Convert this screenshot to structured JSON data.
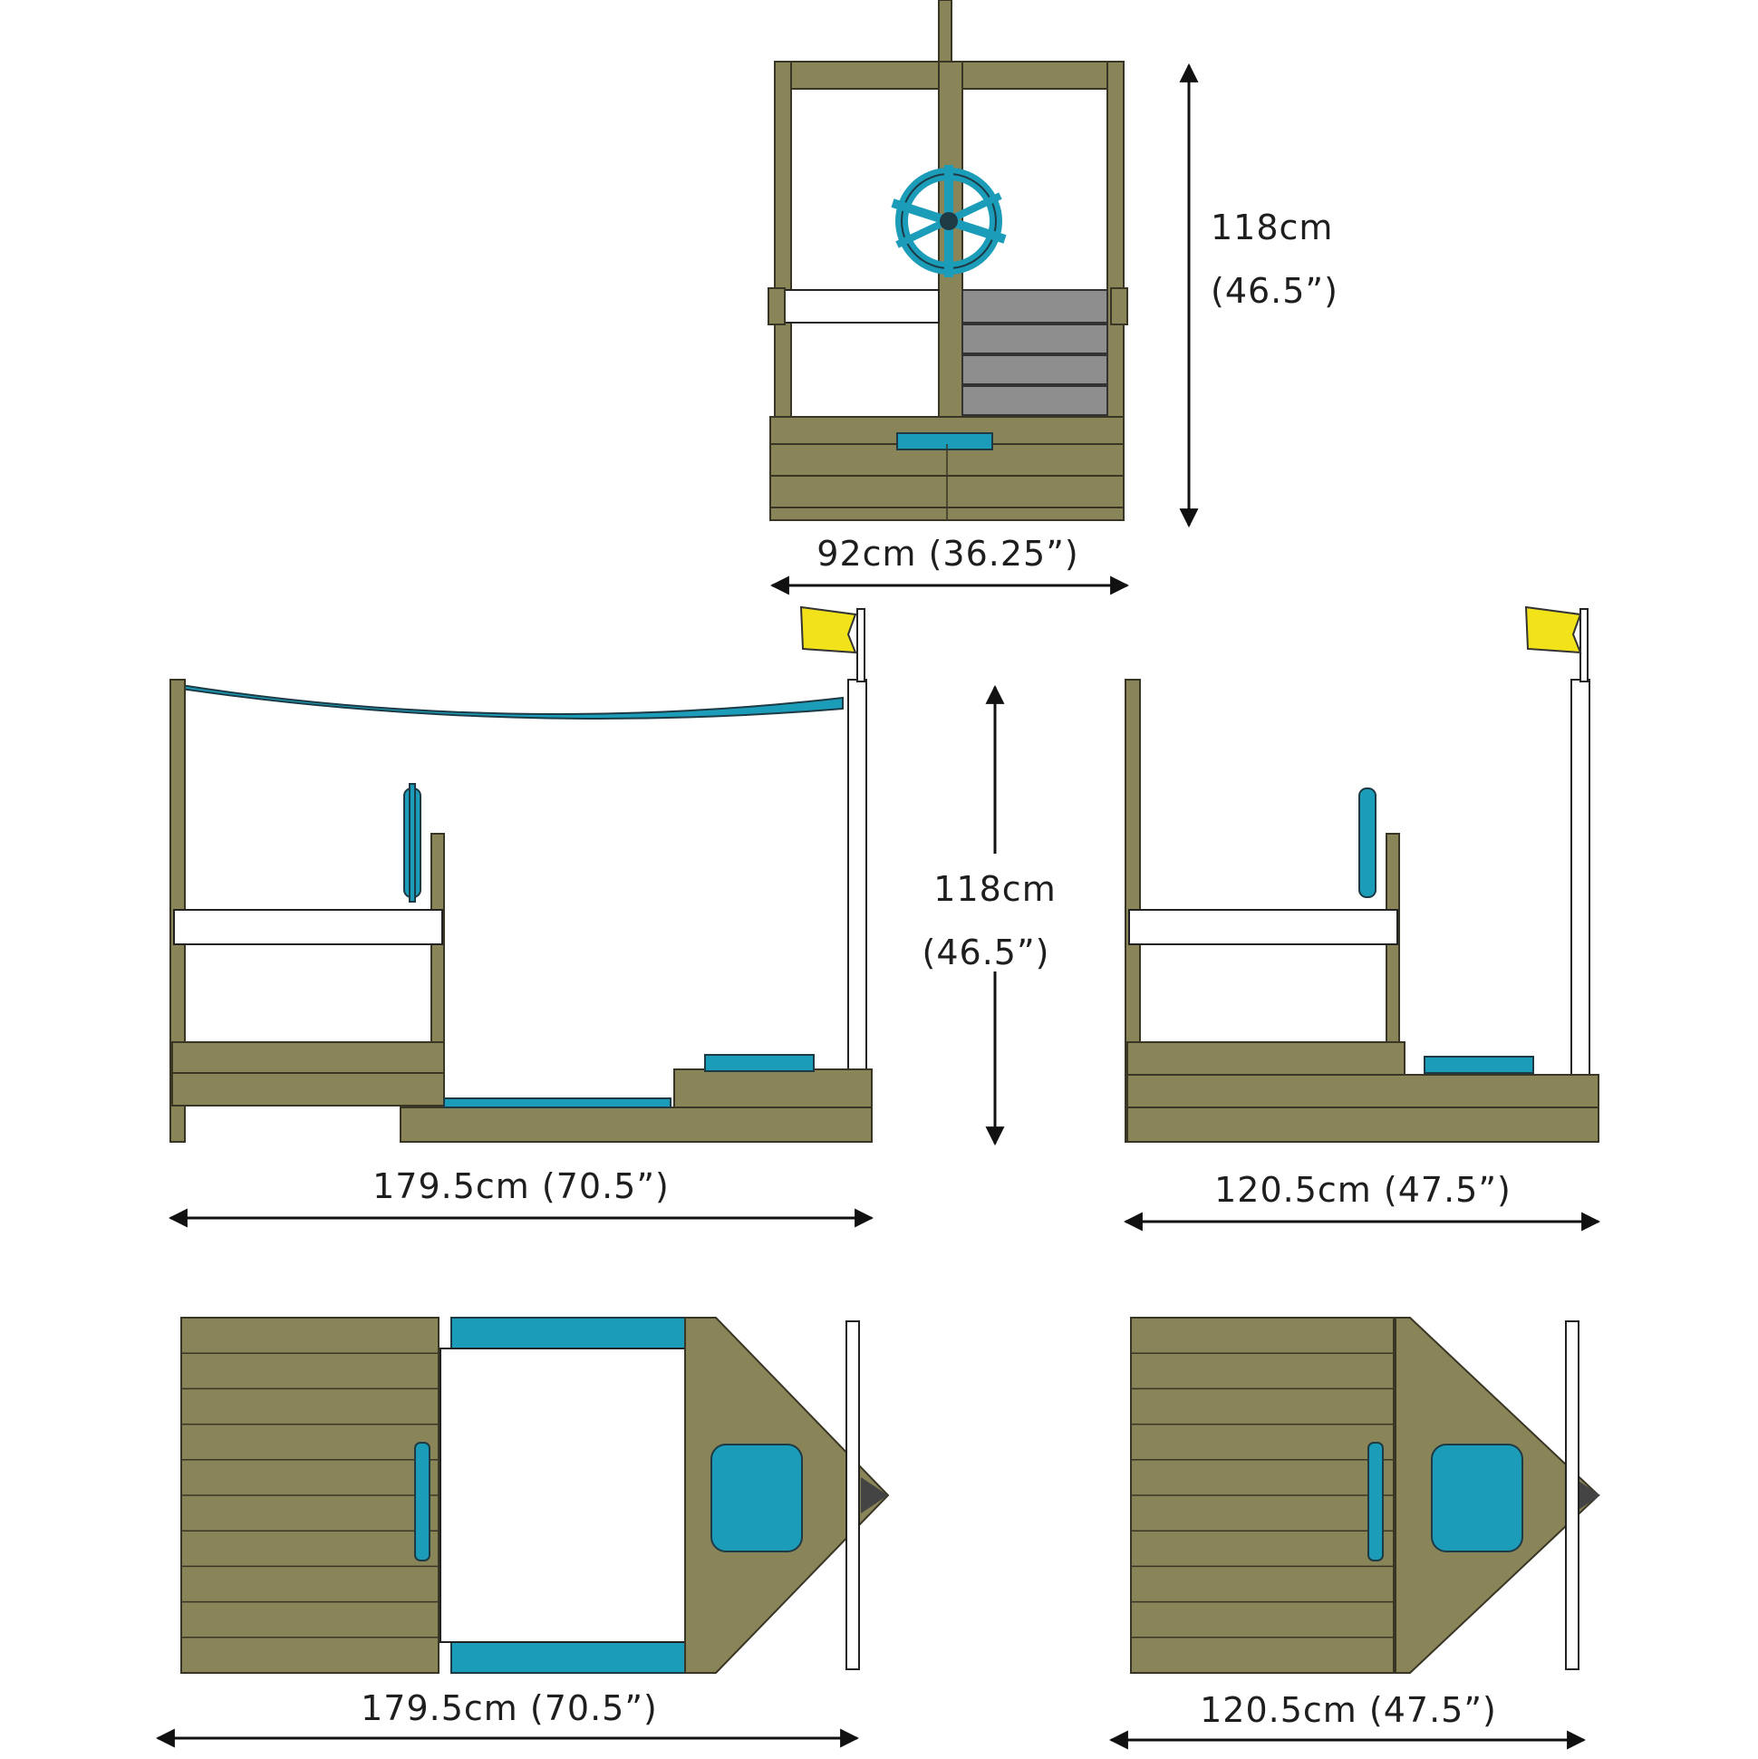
{
  "dimensions": {
    "front_height": "118cm",
    "front_height_in": "(46.5”)",
    "front_width": "92cm (36.25”)",
    "side_height": "118cm",
    "side_height_in": "(46.5”)",
    "side_long_width": "179.5cm (70.5”)",
    "side_short_width": "120.5cm (47.5”)",
    "top_long_width": "179.5cm (70.5”)",
    "top_short_width": "120.5cm (47.5”)"
  },
  "colors": {
    "wood": "#8a8459",
    "canopy": "#1b9cb8",
    "flag": "#f2e21a",
    "grey_panel": "#8e8e8e"
  }
}
